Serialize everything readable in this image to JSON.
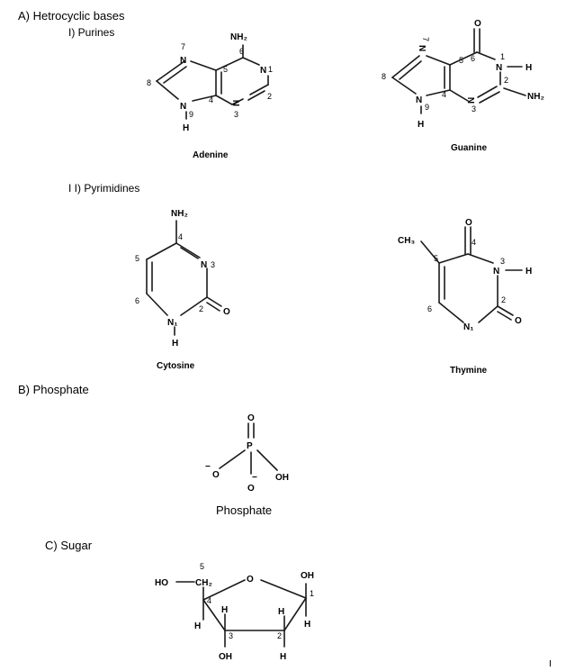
{
  "sections": {
    "a": "A) Hetrocyclic bases",
    "purines": "I) Purines",
    "pyrimidines": "I I) Pyrimidines",
    "b": "B) Phosphate",
    "c": "C) Sugar"
  },
  "captions": {
    "adenine": "Adenine",
    "guanine": "Guanine",
    "cytosine": "Cytosine",
    "thymine": "Thymine",
    "phosphate": "Phosphate"
  },
  "atoms": {
    "N": "N",
    "H": "H",
    "O": "O",
    "P": "P",
    "NH2": "NH₂",
    "CH3": "CH₃",
    "CH2": "CH₂",
    "OH": "OH",
    "HO": "HO",
    "minus": "−",
    "N1sub": "N₁"
  },
  "positions": {
    "p1": "1",
    "p2": "2",
    "p3": "3",
    "p4": "4",
    "p5": "5",
    "p6": "6",
    "p7": "7",
    "p8": "8",
    "p9": "9"
  },
  "corner_mark": "I"
}
